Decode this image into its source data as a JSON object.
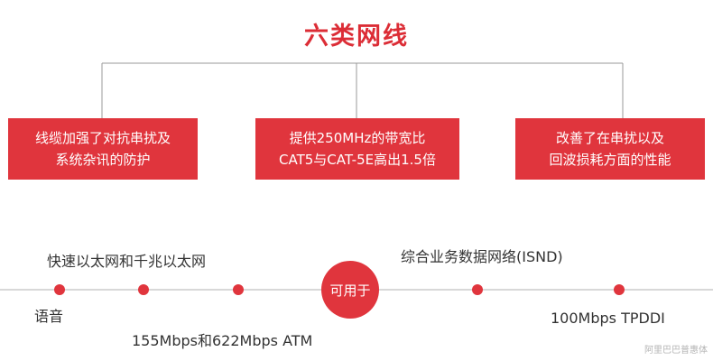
{
  "title": "六类网线",
  "features": [
    {
      "line1": "线缆加强了对抗串扰及",
      "line2": "系统杂讯的防护"
    },
    {
      "line1": "提供250MHz的带宽比",
      "line2": "CAT5与CAT-5E高出1.5倍"
    },
    {
      "line1": "改善了在串扰以及",
      "line2": "回波损耗方面的性能"
    }
  ],
  "center_label": "可用于",
  "applications": [
    "快速以太网和千兆以太网",
    "语音",
    "155Mbps和622Mbps ATM",
    "综合业务数据网络(ISND)",
    "100Mbps TPDDI"
  ],
  "watermark": "阿里巴巴普惠体",
  "colors": {
    "accent": "#e0353d",
    "title": "#dc2d36",
    "line": "#9a9a9a",
    "text": "#333333"
  }
}
